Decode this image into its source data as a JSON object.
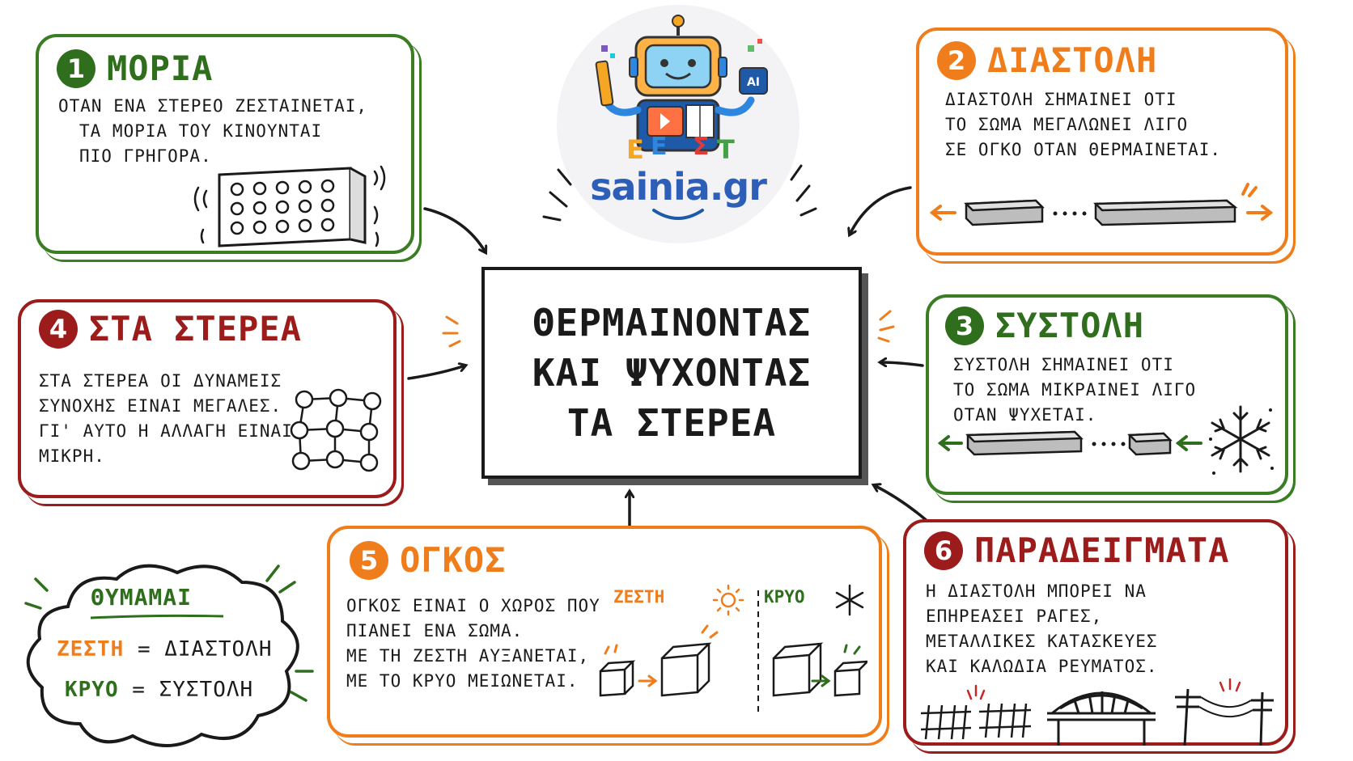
{
  "center_title": [
    "ΘΕΡΜΑΙΝΟΝΤΑΣ",
    "ΚΑΙ ΨΥΧΟΝΤΑΣ",
    "ΤΑ ΣΤΕΡΕΑ"
  ],
  "logo": {
    "text": "sainia.gr",
    "badge": "AI",
    "letters": [
      "Ε",
      "Ε",
      "Σ",
      "Τ"
    ]
  },
  "cards": {
    "c1": {
      "num": "1",
      "title": "ΜΟΡΙΑ",
      "lines": [
        "ΟΤΑΝ ΕΝΑ ΣΤΕΡΕΟ ΖΕΣΤΑΙΝΕΤΑΙ,",
        "ΤΑ ΜΟΡΙΑ ΤΟΥ ΚΙΝΟΥΝΤΑΙ",
        "ΠΙΟ ΓΡΗΓΟΡΑ."
      ]
    },
    "c2": {
      "num": "2",
      "title": "ΔΙΑΣΤΟΛΗ",
      "lines": [
        "ΔΙΑΣΤΟΛΗ ΣΗΜΑΙΝΕΙ ΟΤΙ",
        "ΤΟ ΣΩΜΑ ΜΕΓΑΛΩΝΕΙ ΛΙΓΟ",
        "ΣΕ ΟΓΚΟ ΟΤΑΝ ΘΕΡΜΑΙΝΕΤΑΙ."
      ]
    },
    "c3": {
      "num": "3",
      "title": "ΣΥΣΤΟΛΗ",
      "lines": [
        "ΣΥΣΤΟΛΗ ΣΗΜΑΙΝΕΙ ΟΤΙ",
        "ΤΟ ΣΩΜΑ ΜΙΚΡΑΙΝΕΙ ΛΙΓΟ",
        "ΟΤΑΝ ΨΥΧΕΤΑΙ."
      ]
    },
    "c4": {
      "num": "4",
      "title": "ΣΤΑ ΣΤΕΡΕΑ",
      "lines": [
        "ΣΤΑ ΣΤΕΡΕΑ ΟΙ ΔΥΝΑΜΕΙΣ",
        "ΣΥΝΟΧΗΣ ΕΙΝΑΙ ΜΕΓΑΛΕΣ.",
        "ΓΙ' ΑΥΤΟ Η ΑΛΛΑΓΗ ΕΙΝΑΙ",
        "ΜΙΚΡΗ."
      ]
    },
    "c5": {
      "num": "5",
      "title": "ΟΓΚΟΣ",
      "lines": [
        "ΟΓΚΟΣ ΕΙΝΑΙ Ο ΧΩΡΟΣ ΠΟΥ",
        "ΠΙΑΝΕΙ ΕΝΑ ΣΩΜΑ.",
        "ΜΕ ΤΗ ΖΕΣΤΗ ΑΥΞΑΝΕΤΑΙ,",
        "ΜΕ ΤΟ ΚΡΥΟ ΜΕΙΩΝΕΤΑΙ."
      ],
      "hot_label": "ΖΕΣΤΗ",
      "cold_label": "ΚΡΥΟ"
    },
    "c6": {
      "num": "6",
      "title": "ΠΑΡΑΔΕΙΓΜΑΤΑ",
      "lines": [
        "Η ΔΙΑΣΤΟΛΗ ΜΠΟΡΕΙ ΝΑ",
        "ΕΠΗΡΕΑΣΕΙ ΡΑΓΕΣ,",
        "ΜΕΤΑΛΛΙΚΕΣ ΚΑΤΑΣΚΕΥΕΣ",
        "ΚΑΙ ΚΑΛΩΔΙΑ ΡΕΥΜΑΤΟΣ."
      ]
    }
  },
  "remember": {
    "title": "ΘΥΜΑΜΑΙ",
    "hot": "ΖΕΣΤΗ",
    "hot_result": "ΔΙΑΣΤΟΛΗ",
    "cold": "ΚΡΥΟ",
    "cold_result": "ΣΥΣΤΟΛΗ",
    "equals": "="
  },
  "colors": {
    "green": "#2f6e1d",
    "orange": "#f07d1c",
    "red": "#9c1c1c",
    "ink": "#1a1a1a"
  }
}
